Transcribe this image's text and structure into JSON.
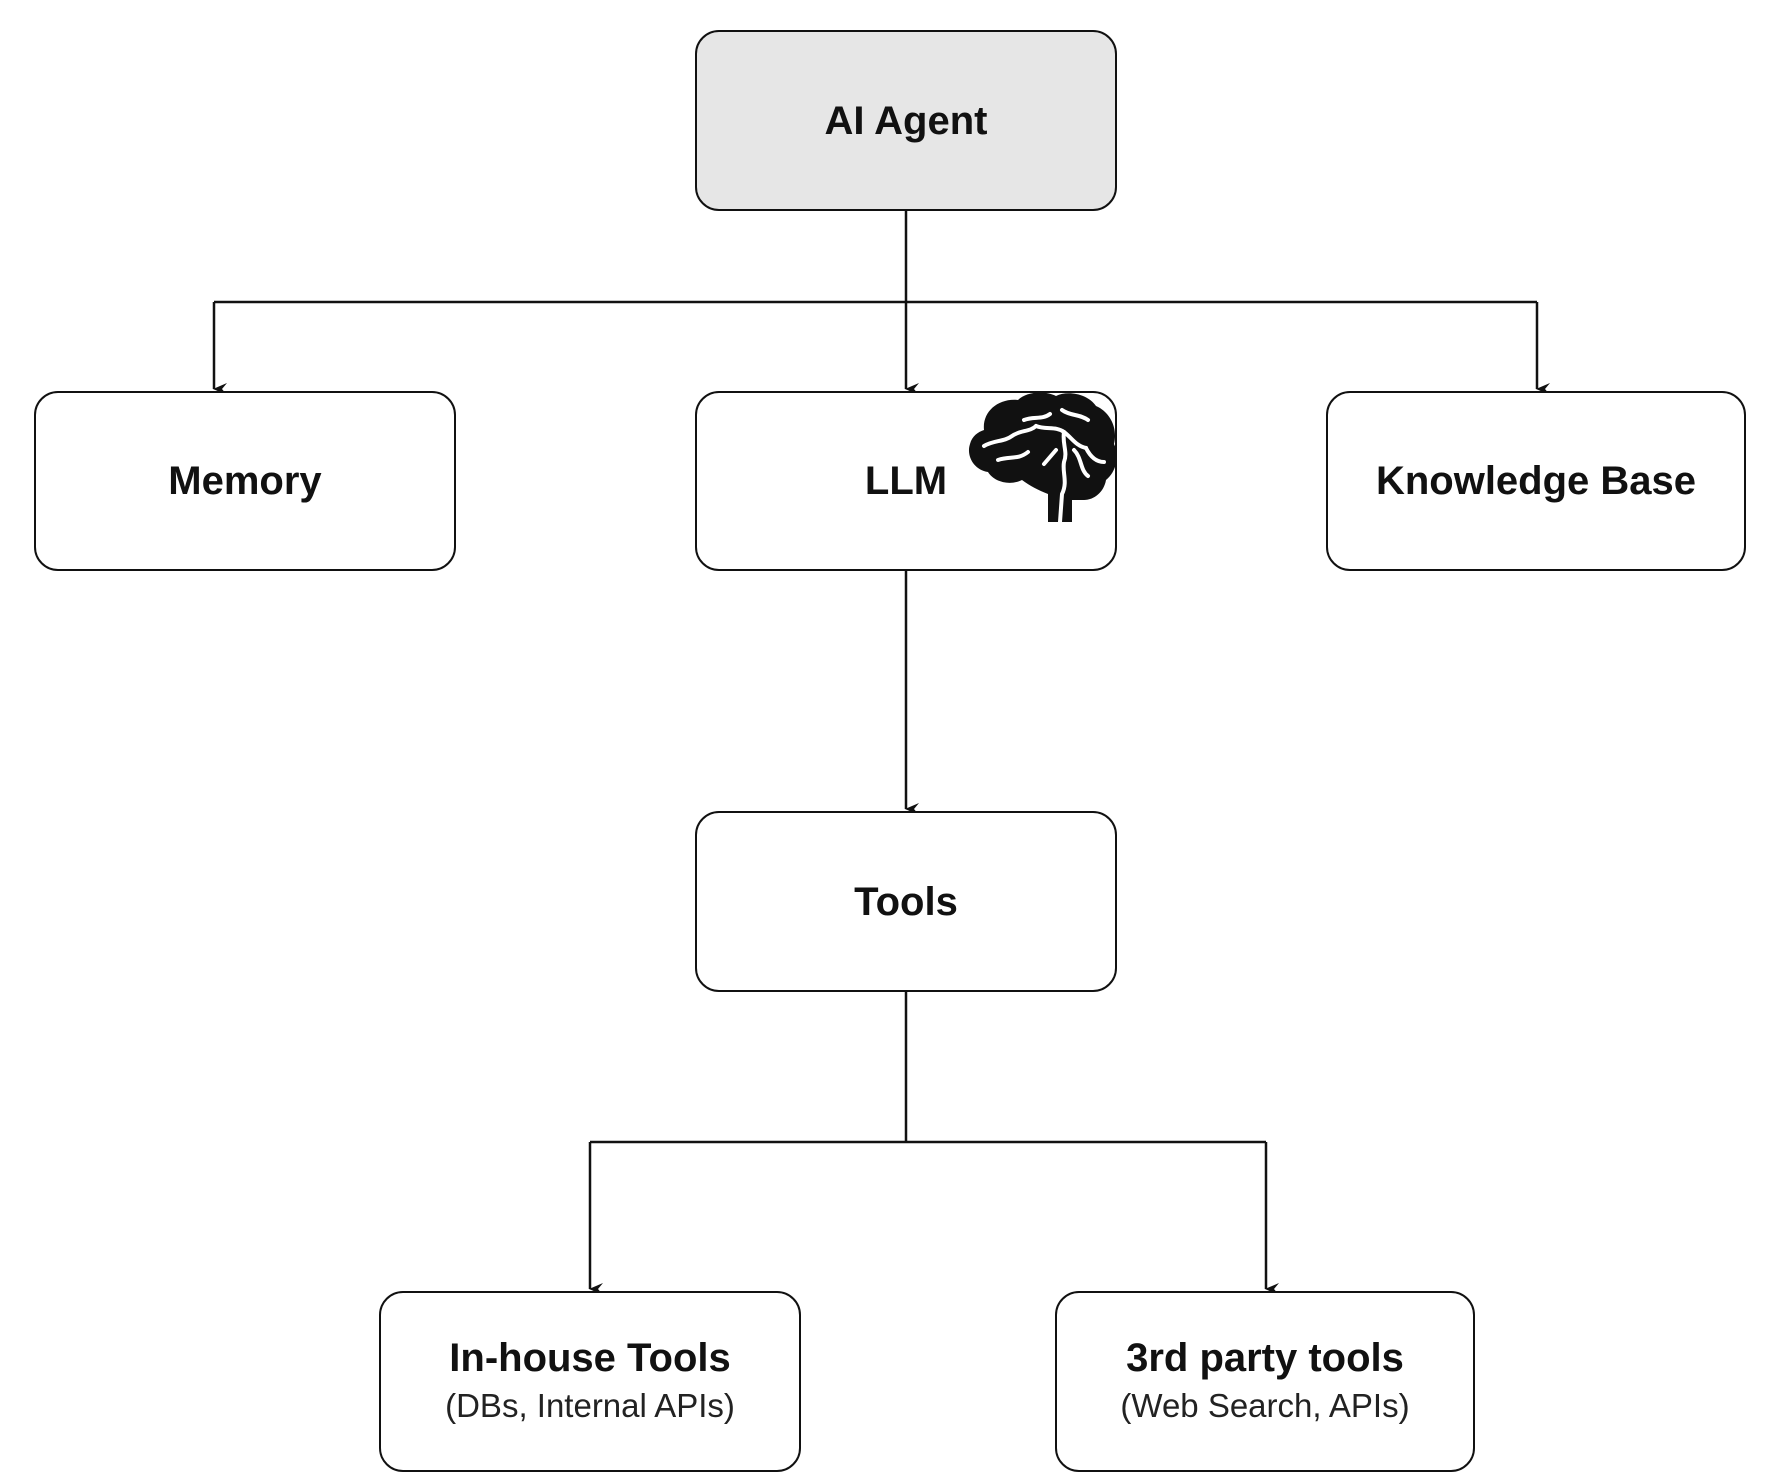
{
  "diagram": {
    "root": {
      "title": "AI Agent"
    },
    "memory": {
      "title": "Memory"
    },
    "llm": {
      "title": "LLM",
      "icon": "brain-icon"
    },
    "knowledge_base": {
      "title": "Knowledge Base"
    },
    "tools": {
      "title": "Tools"
    },
    "inhouse_tools": {
      "title": "In-house Tools",
      "subtitle": "(DBs, Internal APIs)"
    },
    "third_party_tools": {
      "title": "3rd party tools",
      "subtitle": "(Web Search, APIs)"
    }
  },
  "colors": {
    "root_fill": "#e6e6e6",
    "node_fill": "#ffffff",
    "stroke": "#111111"
  }
}
